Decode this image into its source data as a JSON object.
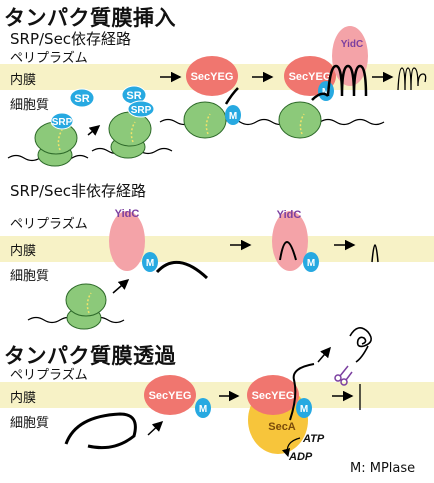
{
  "sections": {
    "insertion_title": "タンパク質膜挿入",
    "srp_title": "SRP/Sec依存経路",
    "non_srp_title": "SRP/Sec非依存経路",
    "translocation_title": "タンパク質膜透過"
  },
  "compartments": {
    "periplasm": "ペリプラズム",
    "inner_membrane": "内膜",
    "cytoplasm": "細胞質"
  },
  "molecules": {
    "sr": "SR",
    "srp": "SRP",
    "secyeg": "SecYEG",
    "yidc": "YidC",
    "m": "M",
    "seca": "SecA",
    "atp": "ATP",
    "adp": "ADP"
  },
  "legend": {
    "mplase": "M: MPlase"
  },
  "colors": {
    "membrane": "#f7f2c6",
    "ribosome": "#8cc97a",
    "secyeg": "#f0766f",
    "yidc": "#f4a3a8",
    "mplase": "#27a9e1",
    "seca": "#f7c53b"
  }
}
